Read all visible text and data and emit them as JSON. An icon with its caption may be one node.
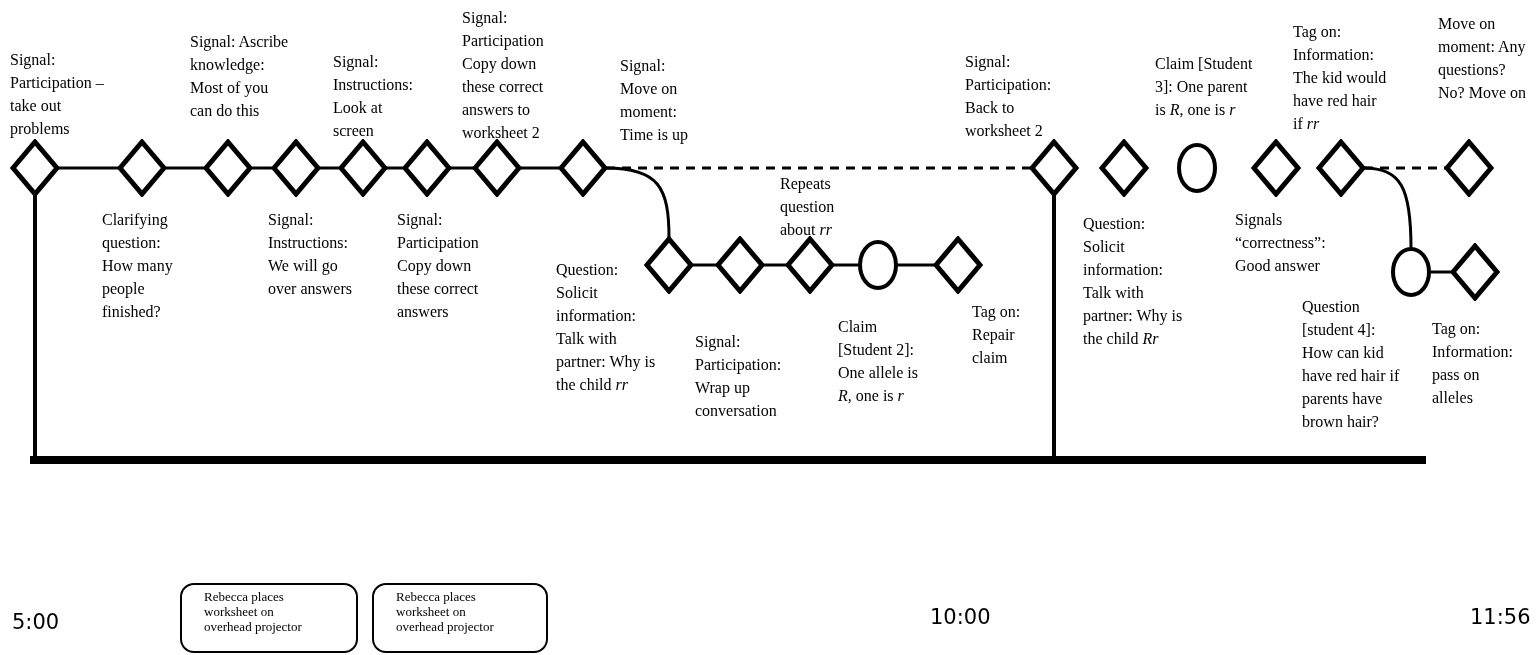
{
  "diagram": {
    "nodes": [
      {
        "text": [],
        "shape": "diamond",
        "beside": [
          "Signal: Participation – take out problems"
        ]
      },
      {
        "text": [],
        "shape": "diamond",
        "beside": [
          "Clarifying question: How many people finished?"
        ]
      },
      {
        "text": [],
        "shape": "diamond",
        "beside": [
          "Signal: Ascribe knowledge: Most of you can do this"
        ]
      },
      {
        "text": [],
        "shape": "diamond",
        "beside": [
          "Signal: Instructions: We will go over answers"
        ]
      },
      {
        "text": [],
        "shape": "diamond",
        "beside": [
          "Signal: Instructions: Look at screen"
        ]
      },
      {
        "text": [],
        "shape": "diamond",
        "beside": [
          "Signal: Participation Copy down these correct answers"
        ]
      },
      {
        "text": [],
        "shape": "diamond",
        "beside": [
          "Signal: Participation Copy down these correct answers to worksheet 2"
        ]
      },
      {
        "text": [],
        "shape": "diamond",
        "beside": [
          "Signal: Move on moment: Time is up"
        ]
      },
      {
        "text": [],
        "shape": "diamond",
        "beside": [
          "Question: Solicit information: Talk with partner: Why is the child *rr*"
        ]
      },
      {
        "text": [],
        "shape": "diamond",
        "beside": [
          "Signal: Participation: Wrap up conversation"
        ]
      },
      {
        "text": [],
        "shape": "diamond",
        "beside": [
          "Repeats question about *rr*"
        ]
      },
      {
        "text": [],
        "shape": "circle",
        "beside": [
          "Claim [Student 2]: One allele is *R,* one is *r*"
        ]
      },
      {
        "text": [],
        "shape": "diamond",
        "beside": [
          "Tag on: Repair claim"
        ]
      },
      {
        "text": [],
        "shape": "diamond",
        "beside": [
          "Signal: Participation: Back to worksheet 2"
        ]
      },
      {
        "text": [],
        "shape": "diamond",
        "beside": [
          "Question: Solicit information: Talk with partner: Why is the child *Rr*"
        ]
      },
      {
        "text": [],
        "shape": "circle",
        "beside": [
          "Claim [Student 3]: One parent is *R*, one is *r*"
        ]
      },
      {
        "text": [],
        "shape": "diamond",
        "beside": [
          "Signals “correctness”: Good answer"
        ]
      },
      {
        "text": [],
        "shape": "diamond",
        "beside": [
          "Tag on: Information: The kid would have red hair if *rr*"
        ]
      },
      {
        "text": [],
        "shape": "diamond",
        "beside": [
          "Move on moment: Any questions? No? Move on"
        ]
      },
      {
        "text": [],
        "shape": "circle",
        "beside": [
          "Question [student 4]: How can kid have red hair if parents have brown hair?"
        ]
      },
      {
        "text": [],
        "shape": "diamond",
        "beside": [
          "Tag on: Information: pass on alleles"
        ]
      },
      {
        "text": [],
        "shape": "bar"
      },
      {
        "text": [
          "Rebecca places worksheet on overhead projector"
        ]
      },
      {
        "text": [
          "Rebecca places worksheet on overhead projector"
        ]
      }
    ],
    "edges": [
      {
        "from": 0,
        "to": 1,
        "arrow": "none"
      },
      {
        "from": 1,
        "to": 2,
        "arrow": "none"
      },
      {
        "from": 2,
        "to": 3,
        "arrow": "none"
      },
      {
        "from": 3,
        "to": 4,
        "arrow": "none"
      },
      {
        "from": 4,
        "to": 5,
        "arrow": "none"
      },
      {
        "from": 5,
        "to": 6,
        "arrow": "none"
      },
      {
        "from": 6,
        "to": 7,
        "arrow": "none"
      },
      {
        "from": 7,
        "to": 8,
        "arrow": "none"
      },
      {
        "from": 7,
        "to": 13,
        "arrow": "none",
        "style": "dashed"
      },
      {
        "from": 8,
        "to": 9,
        "arrow": "none"
      },
      {
        "from": 9,
        "to": 10,
        "arrow": "none"
      },
      {
        "from": 10,
        "to": 11,
        "arrow": "none"
      },
      {
        "from": 11,
        "to": 12,
        "arrow": "none"
      },
      {
        "from": 17,
        "to": 18,
        "arrow": "none",
        "style": "dashed"
      },
      {
        "from": 17,
        "to": 19,
        "arrow": "none"
      },
      {
        "from": 19,
        "to": 20,
        "arrow": "none"
      },
      {
        "from": 0,
        "to": 21,
        "arrow": "none"
      },
      {
        "from": 13,
        "to": 21,
        "arrow": "none"
      }
    ],
    "labels": [
      "5:00",
      "10:00",
      "11:56"
    ]
  }
}
